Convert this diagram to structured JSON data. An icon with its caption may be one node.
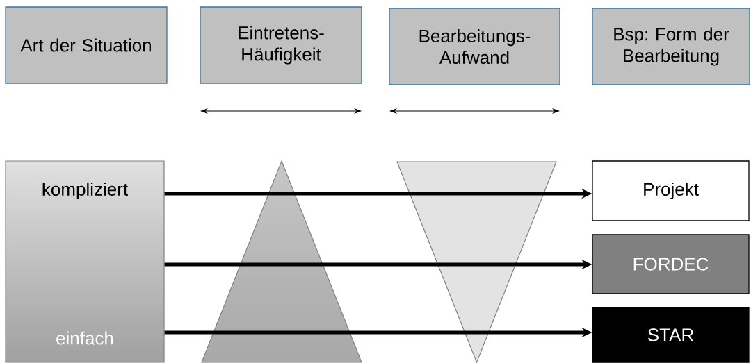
{
  "diagram": {
    "nodes": [
      {
        "text": [
          "Art der Situation"
        ]
      },
      {
        "text": [
          "Eintretens- Häufigkeit"
        ]
      },
      {
        "text": [
          "Bearbeitungs- Aufwand"
        ]
      },
      {
        "text": [
          "Bsp: Form der Bearbeitung"
        ]
      },
      {
        "text": [
          "kompliziert",
          "einfach"
        ]
      },
      {
        "text": [
          "Projekt"
        ]
      },
      {
        "text": [
          "FORDEC"
        ]
      },
      {
        "text": [
          "STAR"
        ]
      }
    ],
    "edges": [
      {
        "from": 4,
        "to": 5,
        "arrow": "to"
      },
      {
        "from": 4,
        "to": 6,
        "arrow": "to"
      },
      {
        "from": 4,
        "to": 7,
        "arrow": "to"
      }
    ]
  }
}
